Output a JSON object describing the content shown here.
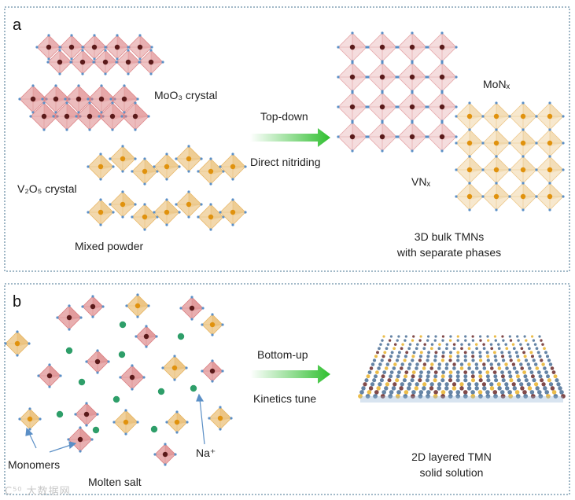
{
  "panel_a": {
    "letter": "a",
    "moo3_label": "MoO₃  crystal",
    "v2o5_label": "V₂O₅ crystal",
    "mixed_label": "Mixed powder",
    "arrow_top": "Top-down",
    "arrow_bottom": "Direct nitriding",
    "monx_label": "MoNₓ",
    "vnx_label": "VNₓ",
    "result_line1": "3D bulk TMNs",
    "result_line2": "with separate phases"
  },
  "panel_b": {
    "letter": "b",
    "arrow_top": "Bottom-up",
    "arrow_bottom": "Kinetics tune",
    "na_label": "Na⁺",
    "monomers_label": "Monomers",
    "molten_label": "Molten salt",
    "result_line1": "2D layered TMN",
    "result_line2": "solid solution"
  },
  "colors": {
    "mo_octahedron": "#d9797c",
    "v_octahedron": "#e6b25c",
    "panel_border": "#6b8fa6",
    "arrow_green": "#3bc43b",
    "sodium": "#2e9e69",
    "nitrogen": "#5b8fc6"
  },
  "watermark": "C⁵⁰ 大数据网"
}
